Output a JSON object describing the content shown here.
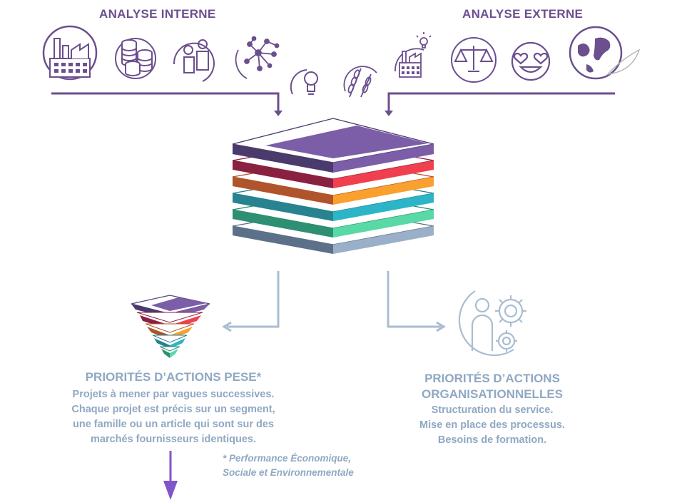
{
  "analyse_interne": {
    "title": "ANALYSE INTERNE"
  },
  "analyse_externe": {
    "title": "ANALYSE EXTERNE"
  },
  "pese": {
    "heading": "PRIORITÉS D’ACTIONS PESE*",
    "lines": [
      "Projets à mener par vagues successives.",
      "Chaque projet est précis sur un segment,",
      "une famille ou un article qui sont sur des",
      "marchés fournisseurs identiques."
    ],
    "footnote": [
      "* Performance Économique,",
      "Sociale et Environnementale"
    ]
  },
  "orga": {
    "heading": [
      "PRIORITÉS D’ACTIONS",
      "ORGANISATIONNELLES"
    ],
    "lines": [
      "Structuration du service.",
      "Mise en place des processus.",
      "Besoins de formation."
    ]
  },
  "icons": {
    "interne": [
      "factory-icon",
      "coins-icon",
      "people-icon",
      "network-icon"
    ],
    "middle": [
      "lightbulb-icon",
      "wheat-icon"
    ],
    "externe": [
      "factory-idea-icon",
      "scales-icon",
      "love-emoji-icon",
      "globe-leaf-icon"
    ],
    "bottom": [
      "funnel-icon",
      "person-gears-icon"
    ]
  },
  "colors": {
    "purple": "#6b4f8e",
    "layer_purple": "#7b5ea7",
    "layer_red": "#f0404f",
    "layer_orange": "#f9a02e",
    "layer_teal": "#2cb5c6",
    "layer_green": "#59d9a6",
    "layer_grey": "#9ab0c8",
    "blue_text": "#8fa8c2",
    "arrow_purple": "#7f56c9"
  }
}
